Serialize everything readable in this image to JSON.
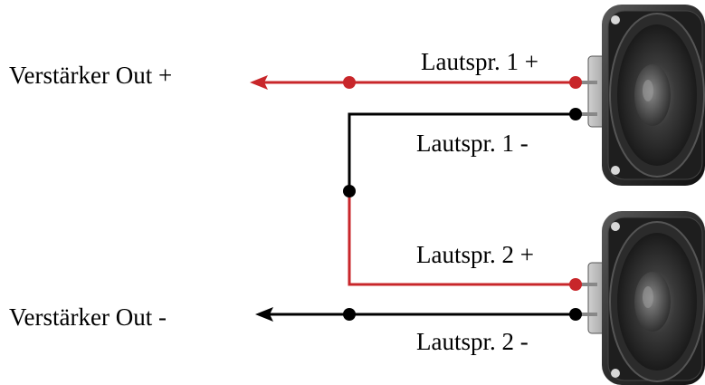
{
  "colors": {
    "positive_wire": "#c8262a",
    "negative_wire": "#000000",
    "background": "#ffffff"
  },
  "labels": {
    "amp_out_plus": "Verstärker Out +",
    "amp_out_minus": "Verstärker Out -",
    "spk1_plus": "Lautspr. 1 +",
    "spk1_minus": "Lautspr. 1 -",
    "spk2_plus": "Lautspr. 2 +",
    "spk2_minus": "Lautspr. 2 -"
  },
  "icons": {
    "speaker_1": "speaker-icon",
    "speaker_2": "speaker-icon"
  }
}
